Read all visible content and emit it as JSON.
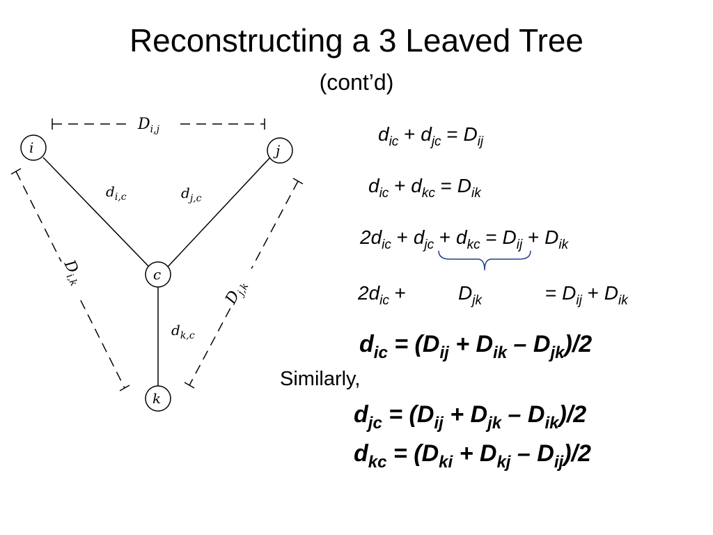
{
  "slide": {
    "title": "Reconstructing a 3 Leaved Tree",
    "subtitle": "(cont’d)",
    "similarly": "Similarly,"
  },
  "diagram": {
    "nodes": {
      "i": "i",
      "j": "j",
      "c": "c",
      "k": "k"
    },
    "edge_labels": {
      "ic": [
        "d",
        "i,c"
      ],
      "jc": [
        "d",
        "j,c"
      ],
      "kc": [
        "d",
        "k,c"
      ]
    },
    "distance_labels": {
      "ij": [
        "D",
        "i,j"
      ],
      "ik": [
        "D",
        "i,k"
      ],
      "jk": [
        "D",
        "j,k"
      ]
    }
  },
  "equations": {
    "eq1": {
      "t1": "d",
      "t1s": "ic",
      "op1": " + ",
      "t2": "d",
      "t2s": "jc",
      "op2": " = ",
      "t3": "D",
      "t3s": "ij"
    },
    "eq2": {
      "t1": "d",
      "t1s": "ic",
      "op1": " + ",
      "t2": "d",
      "t2s": "kc",
      "op2": " = ",
      "t3": "D",
      "t3s": "ik"
    },
    "eq3": {
      "t1": "2d",
      "t1s": "ic",
      "op1": " + ",
      "t2": "d",
      "t2s": "jc",
      "op2": " + ",
      "t3": "d",
      "t3s": "kc",
      "op3": " = ",
      "t4": "D",
      "t4s": "ij",
      "op4": " + ",
      "t5": "D",
      "t5s": "ik"
    },
    "eq4": {
      "t1": "2d",
      "t1s": "ic",
      "op1": " +",
      "t2": "D",
      "t2s": "jk",
      "op2": "= ",
      "t3": "D",
      "t3s": "ij",
      "op3": " + ",
      "t4": "D",
      "t4s": "ik"
    },
    "result": {
      "t1": "d",
      "t1s": "ic",
      "op1": " = (",
      "t2": "D",
      "t2s": "ij",
      "op2": " + ",
      "t3": "D",
      "t3s": "ik",
      "op3": " – ",
      "t4": "D",
      "t4s": "jk",
      "op4": ")/2"
    },
    "result_jc": {
      "t1": "d",
      "t1s": "jc",
      "op1": " = (",
      "t2": "D",
      "t2s": "ij",
      "op2": " + ",
      "t3": "D",
      "t3s": "jk",
      "op3": " – ",
      "t4": "D",
      "t4s": "ik",
      "op4": ")/2"
    },
    "result_kc": {
      "t1": "d",
      "t1s": "kc",
      "op1": " = (",
      "t2": "D",
      "t2s": "ki",
      "op2": " + ",
      "t3": "D",
      "t3s": "kj",
      "op3": " – ",
      "t4": "D",
      "t4s": "ij",
      "op4": ")/2"
    }
  }
}
